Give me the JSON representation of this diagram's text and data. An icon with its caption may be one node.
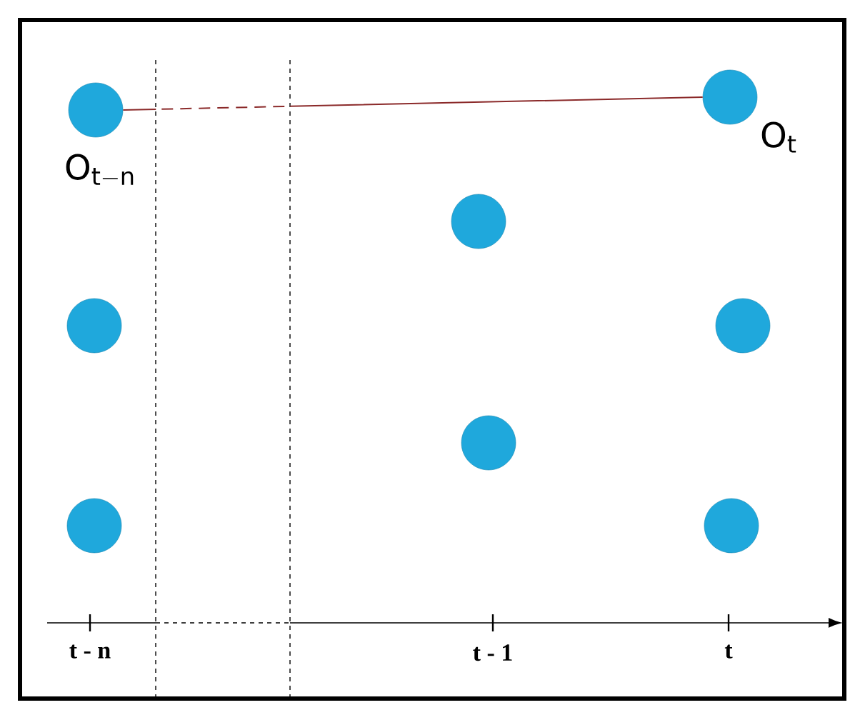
{
  "diagram": {
    "nodes": [
      {
        "text": [],
        "shape": "circle",
        "beside": [
          "\\mathsf{O}_{\\mathsf{t - n}}"
        ]
      },
      {
        "text": [],
        "shape": "circle",
        "beside": [
          "\\mathsf{O}_{\\mathsf{t}}"
        ]
      },
      {
        "text": [],
        "shape": "circle"
      },
      {
        "text": [],
        "shape": "circle"
      },
      {
        "text": [],
        "shape": "circle"
      },
      {
        "text": [],
        "shape": "circle"
      },
      {
        "text": [],
        "shape": "circle"
      },
      {
        "text": [],
        "shape": "circle"
      }
    ],
    "edges": [
      {
        "from": 0,
        "to": 1,
        "arrow": "none",
        "color": "#8b2a2a"
      }
    ],
    "labels": [
      "t - n",
      "t - 1",
      "t"
    ]
  }
}
